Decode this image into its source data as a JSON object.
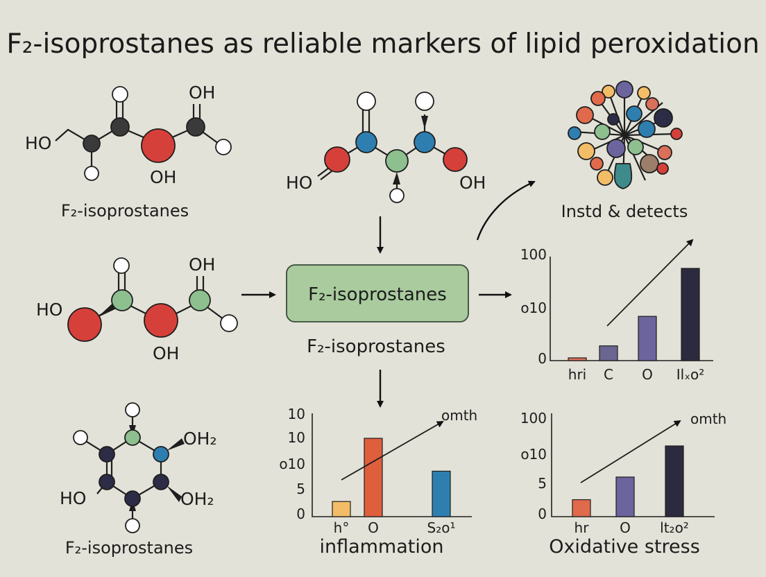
{
  "title": "F₂-isoprostanes as reliable markers of lipid peroxidation",
  "molecules": {
    "top_left": {
      "caption": "F₂-isoprostanes",
      "labels": [
        "HO",
        "OH",
        "OH"
      ]
    },
    "middle_left": {
      "labels": [
        "HO",
        "OH",
        "OH"
      ]
    },
    "bottom_left": {
      "caption": "F₂-isoprostanes",
      "labels": [
        "OH₂",
        "HO",
        "OH₂"
      ]
    },
    "top_center": {
      "labels": [
        "HO",
        "OH"
      ]
    }
  },
  "center_box": {
    "label": "F₂-isoprostanes",
    "caption": "F₂-isoprostanes",
    "color": "#a9cb9e"
  },
  "cluster": {
    "caption": "Instd & detects"
  },
  "colors": {
    "carbon": "#3a3a3a",
    "oxygen": "#d6403a",
    "green_atom": "#8dbf8f",
    "blue_atom": "#2e7fb0",
    "navy_atom": "#2c2c46"
  },
  "chart_data": [
    {
      "id": "chart-top-right",
      "type": "bar",
      "categories": [
        "hri",
        "C",
        "O",
        "Ilₓo²"
      ],
      "values": [
        3,
        16,
        48,
        100
      ],
      "colors": [
        "#d9705a",
        "#6b6591",
        "#6c649c",
        "#2c2a3e"
      ],
      "y_ticks": [
        "100",
        "o10",
        "0"
      ],
      "ylim": [
        0,
        100
      ],
      "trend": true,
      "grid": false
    },
    {
      "id": "chart-bottom-center",
      "type": "bar",
      "categories": [
        "h°",
        "O",
        "S₂o¹"
      ],
      "values": [
        3,
        15.5,
        9
      ],
      "colors": [
        "#f3bd67",
        "#df5e3c",
        "#2e7fb0"
      ],
      "y_ticks": [
        "10",
        "10",
        "o10",
        "5",
        "0"
      ],
      "ylim": [
        0,
        20
      ],
      "annotation": "omth",
      "caption": "inflammation",
      "trend": true,
      "grid": false
    },
    {
      "id": "chart-bottom-right",
      "type": "bar",
      "categories": [
        "hr",
        "O",
        "lt₂o²"
      ],
      "values": [
        3,
        7,
        12.5
      ],
      "colors": [
        "#e06a4b",
        "#6c649c",
        "#2c2a3e"
      ],
      "y_ticks": [
        "100",
        "o10",
        "5",
        "0"
      ],
      "ylim": [
        0,
        15
      ],
      "annotation": "omth",
      "caption": "Oxidative stress",
      "trend": true,
      "grid": false
    }
  ]
}
